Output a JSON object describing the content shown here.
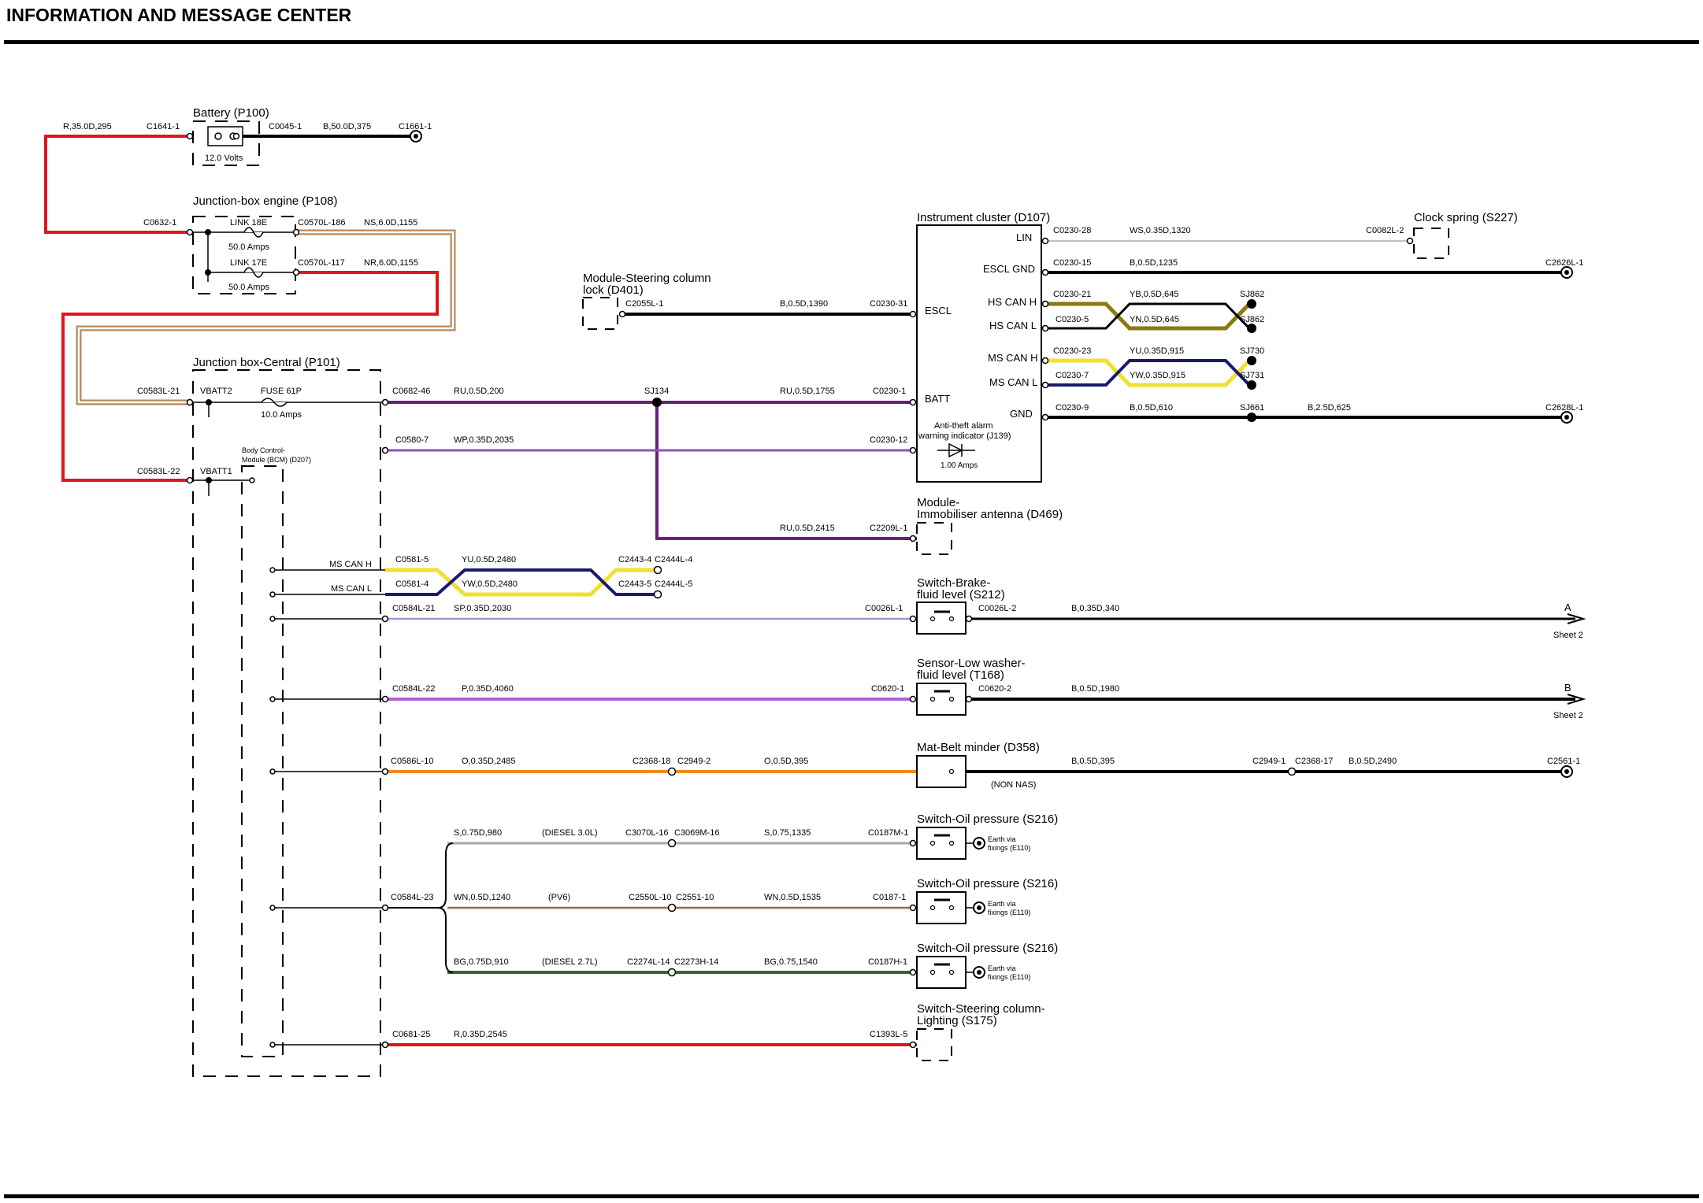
{
  "title": "INFORMATION AND MESSAGE CENTER",
  "colors": {
    "black": "#000000",
    "red": "#e1141c",
    "tan": "#b48a5a",
    "purple": "#6a1f7a",
    "violet": "#8a54b8",
    "lilac": "#b090d8",
    "magenta": "#b05fd8",
    "orange": "#f08a1e",
    "grey": "#a8a8a8",
    "brown": "#9a6a3a",
    "green": "#2e6e24",
    "yellow": "#f0e030",
    "navy": "#1a1a6e",
    "olive": "#8a7a10",
    "lightgrey": "#c0c0c0"
  },
  "components": [
    {
      "id": "battery",
      "label": "Battery (P100)",
      "sub": "12.0 Volts"
    },
    {
      "id": "jbe",
      "label": "Junction-box engine (P108)",
      "link1": "LINK 18E",
      "link1amps": "50.0 Amps",
      "link2": "LINK 17E",
      "link2amps": "50.0 Amps"
    },
    {
      "id": "jbc",
      "label": "Junction box-Central (P101)",
      "vbatt2": "VBATT2",
      "fuse": "FUSE 61P",
      "fuseamps": "10.0 Amps",
      "vbatt1": "VBATT1",
      "bcm1": "Body Control-",
      "bcm2": "Module (BCM) (D207)"
    },
    {
      "id": "ic",
      "label": "Instrument cluster (D107)",
      "pins": [
        "LIN",
        "ESCL GND",
        "HS CAN H",
        "HS CAN L",
        "MS CAN H",
        "MS CAN L",
        "GND",
        "ESCL",
        "BATT"
      ],
      "alarm1": "Anti-theft alarm",
      "alarm2": "warning indicator (J139)",
      "alarmamps": "1.00 Amps"
    },
    {
      "id": "cs",
      "label": "Clock spring (S227)"
    },
    {
      "id": "mscl",
      "label1": "Module-Steering column",
      "label2": "lock (D401)"
    },
    {
      "id": "mia",
      "label1": "Module-",
      "label2": "Immobiliser antenna (D469)"
    },
    {
      "id": "sbf",
      "label1": "Switch-Brake-",
      "label2": "fluid level (S212)"
    },
    {
      "id": "slw",
      "label1": "Sensor-Low washer-",
      "label2": "fluid level (T168)"
    },
    {
      "id": "mbm",
      "label": "Mat-Belt minder (D358)",
      "note": "(NON NAS)"
    },
    {
      "id": "sop1",
      "label": "Switch-Oil pressure (S216)"
    },
    {
      "id": "sop2",
      "label": "Switch-Oil pressure (S216)"
    },
    {
      "id": "sop3",
      "label": "Switch-Oil pressure (S216)"
    },
    {
      "id": "ssl",
      "label1": "Switch-Steering column-",
      "label2": "Lighting (S175)"
    }
  ],
  "earth": {
    "l1": "Earth via",
    "l2": "fixings (E110)"
  },
  "sheet": {
    "a": "A",
    "b": "B",
    "sheet": "Sheet 2"
  },
  "labels": {
    "msCanH": "MS CAN H",
    "msCanL": "MS CAN L",
    "c1641": "C1641-1",
    "c0045": "C0045-1",
    "c1661": "C1661-1",
    "w1": "R,35.0D,295",
    "w2": "B,50.0D,375",
    "c0632": "C0632-1",
    "c0570a": "C0570L-186",
    "c0570b": "C0570L-117",
    "w3": "NS,6.0D,1155",
    "w4": "NR,6.0D,1155",
    "c0583a": "C0583L-21",
    "c0583b": "C0583L-22",
    "c0682": "C0682-46",
    "w5": "RU,0.5D,200",
    "sj134": "SJ134",
    "w6": "RU,0.5D,1755",
    "c0230_1": "C0230-1",
    "c0580": "C0580-7",
    "w7": "WP,0.35D,2035",
    "c0230_12": "C0230-12",
    "c2055": "C2055L-1",
    "w8": "B,0.5D,1390",
    "c0230_31": "C0230-31",
    "c0230_28": "C0230-28",
    "w9": "WS,0.35D,1320",
    "c0082": "C0082L-2",
    "c0230_15": "C0230-15",
    "w10": "B,0.5D,1235",
    "c2626": "C2626L-1",
    "c0230_21": "C0230-21",
    "w11": "YB,0.5D,645",
    "sj862a": "SJ862",
    "c0230_5": "C0230-5",
    "w12": "YN,0.5D,645",
    "sj862b": "SJ862",
    "c0230_23": "C0230-23",
    "w13": "YU,0.35D,915",
    "sj730": "SJ730",
    "c0230_7": "C0230-7",
    "w14": "YW,0.35D,915",
    "sj731": "SJ731",
    "c0230_9": "C0230-9",
    "w15": "B,0.5D,610",
    "sj661": "SJ661",
    "w16": "B,2.5D,625",
    "c2628": "C2628L-1",
    "w17": "RU,0.5D,2415",
    "c2209": "C2209L-1",
    "c0581_5": "C0581-5",
    "w18": "YU,0.5D,2480",
    "c2443_4": "C2443-4",
    "c2444_4": "C2444L-4",
    "c0581_4": "C0581-4",
    "w19": "YW,0.5D,2480",
    "c2443_5": "C2443-5",
    "c2444_5": "C2444L-5",
    "c0584_21": "C0584L-21",
    "w20": "SP,0.35D,2030",
    "c0026_1": "C0026L-1",
    "c0026_2": "C0026L-2",
    "w21": "B,0.35D,340",
    "c0584_22": "C0584L-22",
    "w22": "P,0.35D,4060",
    "c0620_1": "C0620-1",
    "c0620_2": "C0620-2",
    "w23": "B,0.5D,1980",
    "c0586": "C0586L-10",
    "w24": "O,0.35D,2485",
    "c2368a": "C2368-18",
    "c2949a": "C2949-2",
    "w25": "O,0.5D,395",
    "w26": "B,0.5D,395",
    "c2949b": "C2949-1",
    "c2368b": "C2368-17",
    "w27": "B,0.5D,2490",
    "c2561": "C2561-1",
    "w28": "S,0.75D,980",
    "d30": "(DIESEL 3.0L)",
    "c3070": "C3070L-16",
    "c3069": "C3069M-16",
    "w29": "S,0.75,1335",
    "c0187m": "C0187M-1",
    "c0584_23": "C0584L-23",
    "w30": "WN,0.5D,1240",
    "pv6": "(PV6)",
    "c2550": "C2550L-10",
    "c2551": "C2551-10",
    "w31": "WN,0.5D,1535",
    "c0187": "C0187-1",
    "w32": "BG,0.75D,910",
    "d27": "(DIESEL 2.7L)",
    "c2274": "C2274L-14",
    "c2273": "C2273H-14",
    "w33": "BG,0.75,1540",
    "c0187h": "C0187H-1",
    "c0681": "C0681-25",
    "w34": "R,0.35D,2545",
    "c1393": "C1393L-5"
  }
}
